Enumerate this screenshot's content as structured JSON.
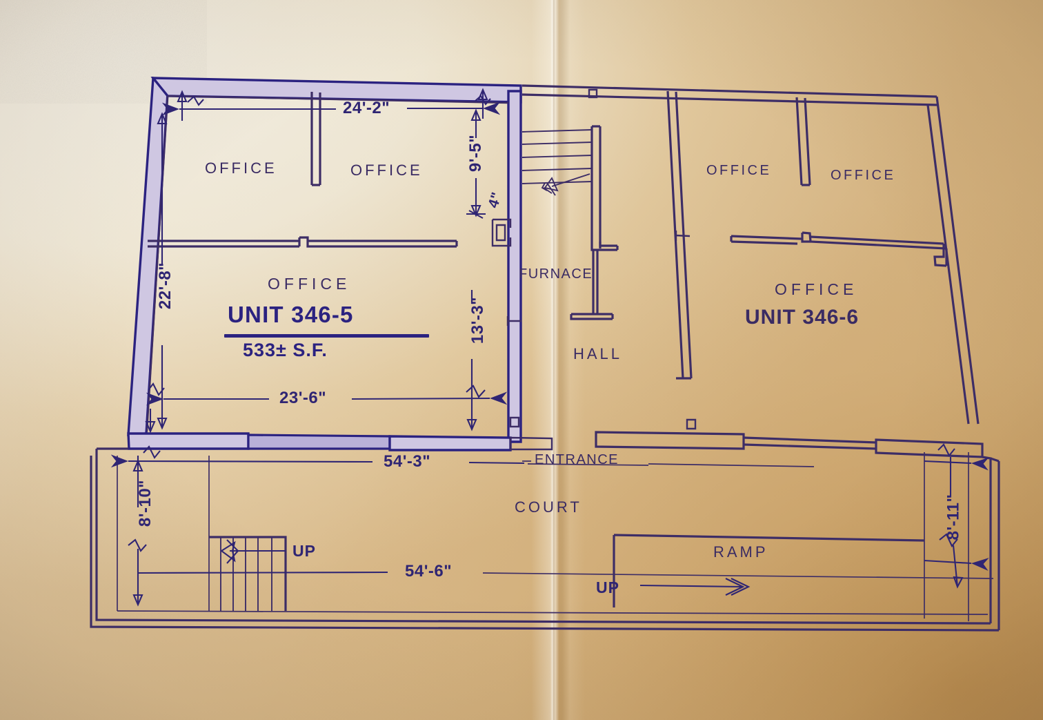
{
  "document": {
    "type": "architectural-floor-plan",
    "medium": "blueprint-on-aged-paper",
    "ink_color": "#3a2b63",
    "highlight_color": "#2b2280",
    "paper_color_light": "#f1eee5",
    "paper_color_dark": "#ba8c4e"
  },
  "units": {
    "left": {
      "room_label": "OFFICE",
      "unit_number": "UNIT 346-5",
      "area": "533± S.F.",
      "rooms": [
        {
          "label": "OFFICE"
        },
        {
          "label": "OFFICE"
        }
      ]
    },
    "right": {
      "room_label": "OFFICE",
      "unit_number": "UNIT 346-6",
      "rooms": [
        {
          "label": "OFFICE"
        },
        {
          "label": "OFFICE"
        }
      ]
    }
  },
  "spaces": {
    "furnace": "FURNACE",
    "hall": "HALL",
    "entrance": "ENTRANCE",
    "court": "COURT",
    "ramp": "RAMP"
  },
  "dimensions": {
    "top_inner_width": "24'-2\"",
    "stair_side_height": "9'-5\"",
    "wall_jog": "4\"",
    "left_height": "22'-8\"",
    "lower_right_height": "13'-3\"",
    "lower_width": "23'-6\"",
    "court_top_width": "54'-3\"",
    "court_bottom_width": "54'-6\"",
    "court_left_depth": "8'-10\"",
    "court_right_depth": "8'-11\""
  },
  "flow_markers": {
    "stair_up_left": "UP",
    "ramp_up": "UP"
  }
}
